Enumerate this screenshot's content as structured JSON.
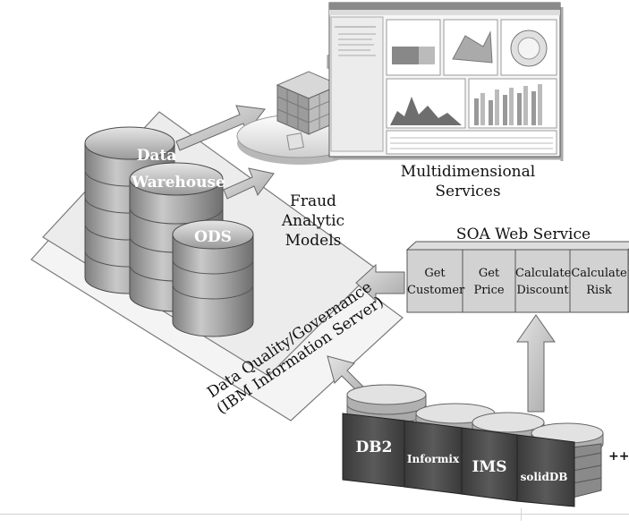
{
  "diagram": {
    "dashboard_title": "Multidimensional Services",
    "models_title": "Fraud Analytic Models",
    "stores": [
      "Data",
      "Warehouse",
      "ODS"
    ],
    "governance_title": "Data Quality/Governance (IBM Information Server)",
    "soa_title": "SOA Web Service",
    "soa_services": [
      {
        "line1": "Get",
        "line2": "Customer"
      },
      {
        "line1": "Get",
        "line2": "Price"
      },
      {
        "line1": "Calculate",
        "line2": "Discount"
      },
      {
        "line1": "Calculate",
        "line2": "Risk"
      }
    ],
    "databases": [
      "DB2",
      "Informix",
      "IMS",
      "solidDB"
    ],
    "more_marker": "++"
  },
  "colors": {
    "platform": "#eeeeee",
    "cylinder_dark": "#8f8f8f",
    "cylinder_light": "#d9d9d9",
    "soa_box": "#cfcfcf",
    "db_block": "#4a4a4a",
    "arrow": "#bdbdbd"
  }
}
